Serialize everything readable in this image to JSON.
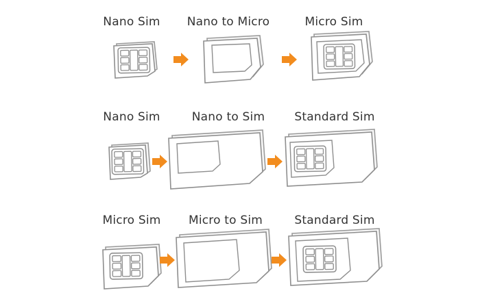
{
  "diagram": {
    "rows": [
      {
        "labels": [
          "Nano Sim",
          "Nano to Micro",
          "Micro Sim"
        ]
      },
      {
        "labels": [
          "Nano Sim",
          "Nano to Sim",
          "Standard Sim"
        ]
      },
      {
        "labels": [
          "Micro Sim",
          "Micro to Sim",
          "Standard Sim"
        ]
      }
    ]
  },
  "colors": {
    "arrow": "#f28c1e",
    "outline": "#8e8e8e",
    "text": "#333333"
  },
  "icons": [
    "sim-card-icon",
    "sim-adapter-icon",
    "arrow-right-icon"
  ]
}
